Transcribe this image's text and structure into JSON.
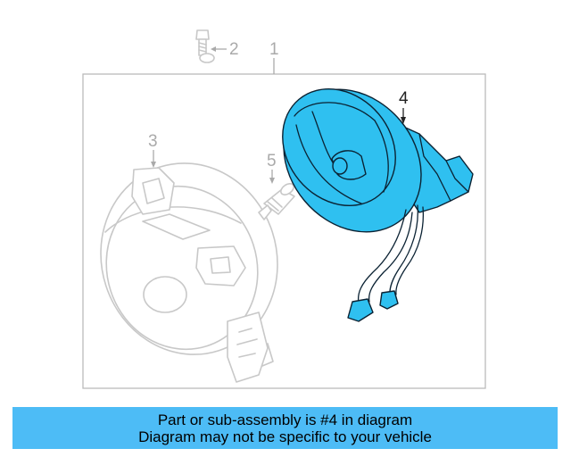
{
  "diagram": {
    "callouts": {
      "assembly": "1",
      "bolt": "2",
      "housing": "3",
      "highlighted_part": "4",
      "bulb": "5"
    }
  },
  "colors": {
    "highlight": "#2fc0f0",
    "banner": "#4dbcf6",
    "ghost_part": "#c8c8c8",
    "callout_dark": "#222222",
    "callout_light": "#aaaaaa"
  },
  "banner": {
    "line1": "Part or sub-assembly is #4 in diagram",
    "line2": "Diagram may not be specific to your vehicle"
  }
}
